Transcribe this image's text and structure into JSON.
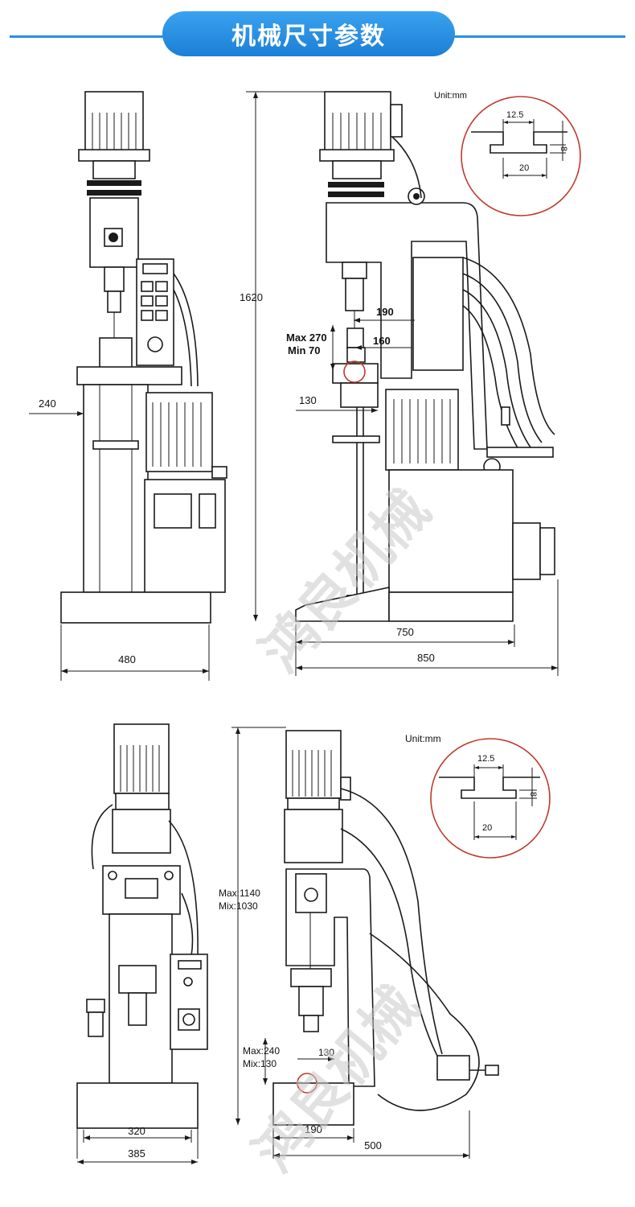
{
  "banner": {
    "title": "机械尺寸参数"
  },
  "watermark": "鸿良机械",
  "diagram1": {
    "unit_label": "Unit:mm",
    "height": "1620",
    "spindle_dist_1": "190",
    "spindle_dist_2": "160",
    "stroke_max": "Max 270",
    "stroke_min": "Min 70",
    "table_offset": "130",
    "left_offset": "240",
    "front_width": "480",
    "side_depth_1": "750",
    "side_depth_2": "850",
    "slot_width": "12.5",
    "slot_depth": "8",
    "slot_bottom": "20"
  },
  "diagram2": {
    "unit_label": "Unit:mm",
    "height_max": "Max:1140",
    "height_min": "Mix:1030",
    "stroke_max": "Max:240",
    "stroke_min": "Mix:130",
    "throat": "130",
    "front_width_1": "320",
    "front_width_2": "385",
    "table_width": "190",
    "side_depth": "500",
    "slot_width": "12.5",
    "slot_depth": "8",
    "slot_bottom": "20"
  },
  "colors": {
    "banner": "#2a8fe3",
    "highlight": "#c0392b"
  }
}
